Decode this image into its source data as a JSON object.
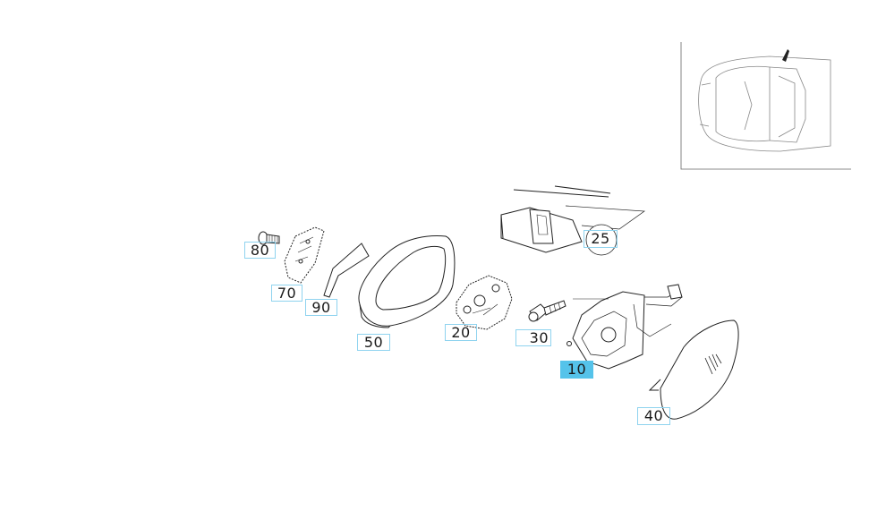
{
  "diagram": {
    "callouts": [
      {
        "id": "80",
        "label": "80",
        "active": false
      },
      {
        "id": "70",
        "label": "70",
        "active": false
      },
      {
        "id": "90",
        "label": "90",
        "active": false
      },
      {
        "id": "50",
        "label": "50",
        "active": false
      },
      {
        "id": "20",
        "label": "20",
        "active": false
      },
      {
        "id": "30",
        "label": "30",
        "active": false
      },
      {
        "id": "25",
        "label": "25",
        "active": false
      },
      {
        "id": "10",
        "label": "10",
        "active": true
      },
      {
        "id": "40",
        "label": "40",
        "active": false
      }
    ],
    "active_color": "#55c3ea",
    "callout_border_color": "#8fd3ef"
  }
}
